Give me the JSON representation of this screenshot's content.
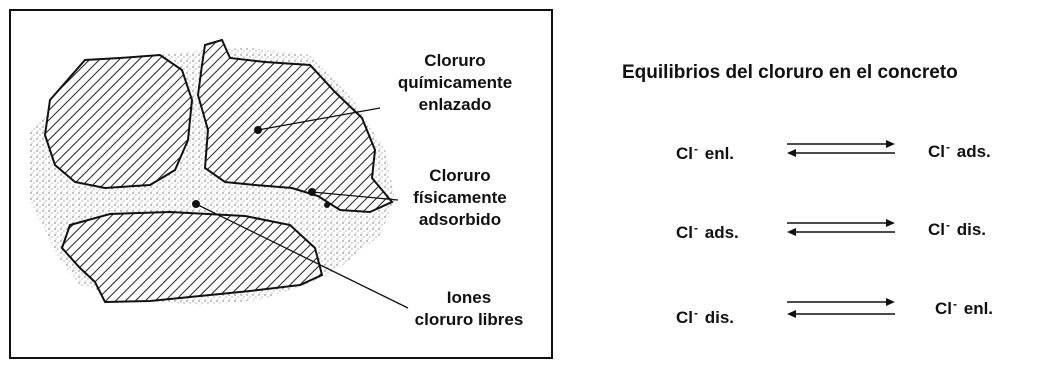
{
  "diagram": {
    "labels": {
      "chemically_bound": [
        "Cloruro",
        "químicamente",
        "enlazado"
      ],
      "physically_adsorbed": [
        "Cloruro",
        "físicamente",
        "adsorbido"
      ],
      "free_ions": [
        "Iones",
        "cloruro libres"
      ]
    }
  },
  "equilibria": {
    "title": "Equilibrios del cloruro en el concreto",
    "rows": [
      {
        "left_sym": "Cl",
        "left_sup": "-",
        "left_state": "enl.",
        "right_sym": "Cl",
        "right_sup": "-",
        "right_state": "ads."
      },
      {
        "left_sym": "Cl",
        "left_sup": "-",
        "left_state": "ads.",
        "right_sym": "Cl",
        "right_sup": "-",
        "right_state": "dis."
      },
      {
        "left_sym": "Cl",
        "left_sup": "-",
        "left_state": "dis.",
        "right_sym": "Cl",
        "right_sup": "-",
        "right_state": "enl."
      }
    ]
  }
}
